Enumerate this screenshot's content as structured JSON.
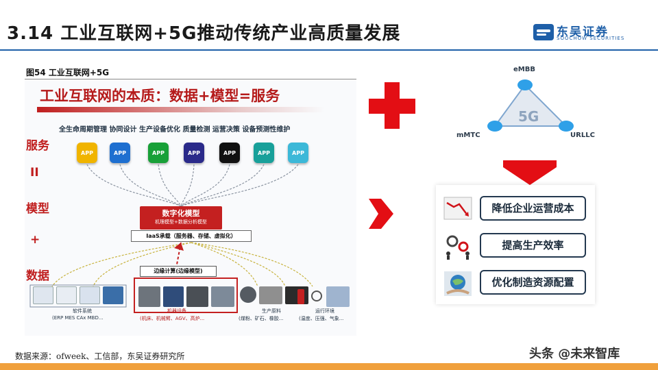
{
  "header": {
    "title": "3.14 工业互联网+5G推动传统产业高质量发展",
    "logo_cn": "东吴证券",
    "logo_en": "SOOCHOW SECURITIES"
  },
  "figure": {
    "label": "图54 工业互联网+5G",
    "headline": "工业互联网的本质：数据+模型=服务",
    "side_labels": [
      "服务",
      "II",
      "模型",
      "+",
      "数据"
    ],
    "app_categories": "全生命周期管理  协同设计  生产设备优化  质量检测  运营决策  设备预测性维护",
    "apps": [
      {
        "label": "APP",
        "color": "#f0b400"
      },
      {
        "label": "APP",
        "color": "#1e6fd0"
      },
      {
        "label": "APP",
        "color": "#18a038"
      },
      {
        "label": "APP",
        "color": "#2a2a8a"
      },
      {
        "label": "APP",
        "color": "#111111"
      },
      {
        "label": "APP",
        "color": "#18a09a"
      },
      {
        "label": "APP",
        "color": "#3cb8d8"
      }
    ],
    "model_title": "数字化模型",
    "model_sub": "机理模型+数据分析模型",
    "iaas": "IaaS承载（服务器、存储、虚拟化）",
    "edge": "边缘计算(边缘模型)",
    "groups": [
      {
        "title": "软件系统",
        "caption": "(ERP MES CAx MBD...",
        "style": "normal"
      },
      {
        "title": "机器设备",
        "caption": "(机床、机械臂、AGV、高炉...",
        "style": "red"
      },
      {
        "title": "生产原料",
        "caption": "(煤粉、矿石、橡胶...",
        "style": "normal"
      },
      {
        "title": "运行环境",
        "caption": "(温度、压强、气象...",
        "style": "normal"
      }
    ]
  },
  "network": {
    "center": "5G",
    "nodes": [
      "eMBB",
      "mMTC",
      "URLLC"
    ]
  },
  "results": [
    {
      "label": "降低企业运营成本",
      "icon": "cost-down-icon"
    },
    {
      "label": "提高生产效率",
      "icon": "gears-people-icon"
    },
    {
      "label": "优化制造资源配置",
      "icon": "globe-hand-icon"
    }
  ],
  "footer": {
    "source": "数据来源：ofweek、工信部，东吴证券研究所",
    "watermark": "头条 @未来智库"
  },
  "colors": {
    "accent_blue": "#1e5fa8",
    "accent_red": "#e30e14",
    "bottom_bar": "#f0a03c"
  }
}
